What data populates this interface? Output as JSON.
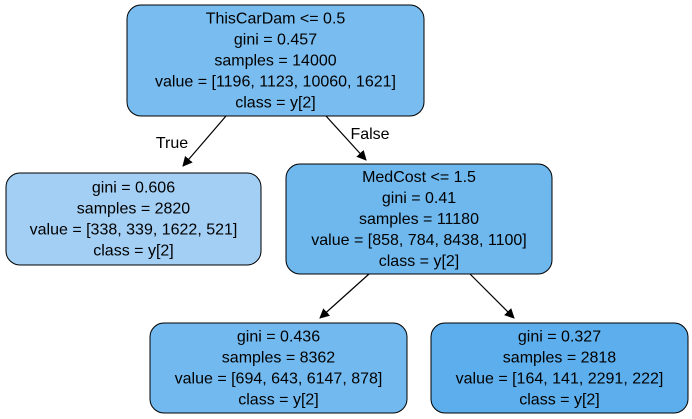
{
  "tree": {
    "nodes": [
      {
        "id": "root",
        "color": "#79bcef",
        "lines": [
          "ThisCarDam <= 0.5",
          "gini = 0.457",
          "samples = 14000",
          "value = [1196, 1123, 10060, 1621]",
          "class = y[2]"
        ]
      },
      {
        "id": "left",
        "color": "#a3cff4",
        "lines": [
          "gini = 0.606",
          "samples = 2820",
          "value = [338, 339, 1622, 521]",
          "class = y[2]"
        ]
      },
      {
        "id": "right",
        "color": "#6eb8ee",
        "lines": [
          "MedCost <= 1.5",
          "gini = 0.41",
          "samples = 11180",
          "value = [858, 784, 8438, 1100]",
          "class = y[2]"
        ]
      },
      {
        "id": "right-left",
        "color": "#72b9ef",
        "lines": [
          "gini = 0.436",
          "samples = 8362",
          "value = [694, 643, 6147, 878]",
          "class = y[2]"
        ]
      },
      {
        "id": "right-right",
        "color": "#5daeec",
        "lines": [
          "gini = 0.327",
          "samples = 2818",
          "value = [164, 141, 2291, 222]",
          "class = y[2]"
        ]
      }
    ],
    "edges": [
      {
        "from": "root",
        "to": "left",
        "label": "True"
      },
      {
        "from": "root",
        "to": "right",
        "label": "False"
      },
      {
        "from": "right",
        "to": "right-left",
        "label": ""
      },
      {
        "from": "right",
        "to": "right-right",
        "label": ""
      }
    ]
  }
}
